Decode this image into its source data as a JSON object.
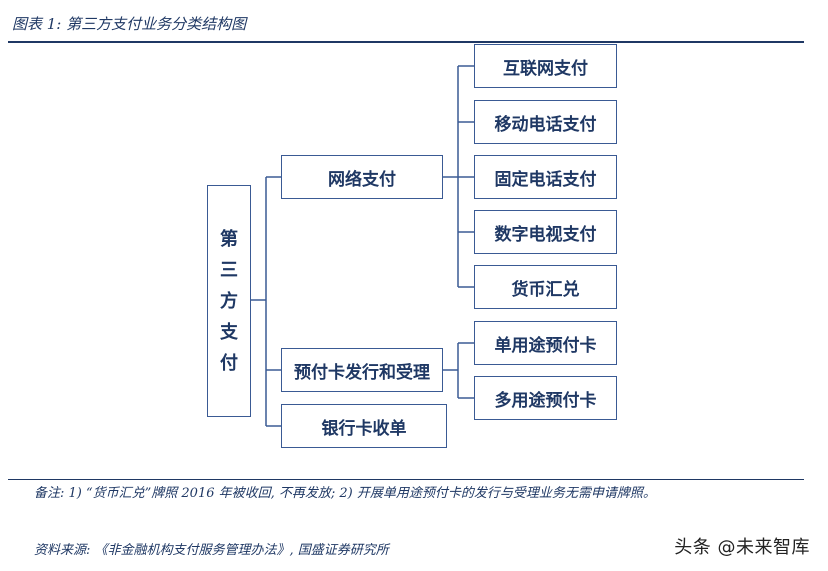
{
  "figure_title": "图表 1: 第三方支付业务分类结构图",
  "root": {
    "chars": [
      "第",
      "三",
      "方",
      "支",
      "付"
    ]
  },
  "level1": [
    {
      "label": "网络支付",
      "children": [
        "互联网支付",
        "移动电话支付",
        "固定电话支付",
        "数字电视支付",
        "货币汇兑"
      ]
    },
    {
      "label": "预付卡发行和受理",
      "children": [
        "单用途预付卡",
        "多用途预付卡"
      ]
    },
    {
      "label": "银行卡收单",
      "children": []
    }
  ],
  "note": "备注: 1) “货币汇兑”牌照 2016 年被收回, 不再发放; 2) 开展单用途预付卡的发行与受理业务无需申请牌照。",
  "source": "资料来源: 《非金融机构支付服务管理办法》, 国盛证券研究所",
  "watermark": "头条 @未来智库",
  "colors": {
    "border": "#3a5a94",
    "text": "#1f3864",
    "rule": "#1f3864"
  }
}
